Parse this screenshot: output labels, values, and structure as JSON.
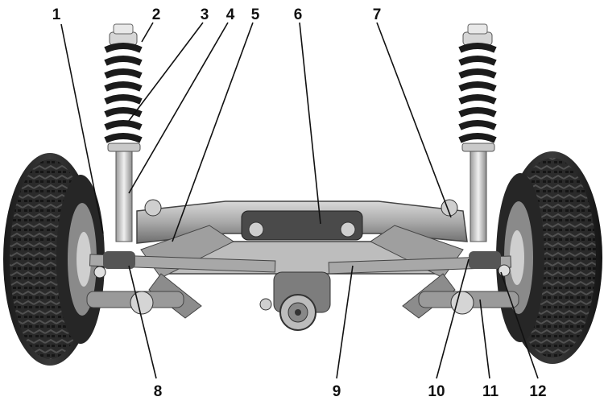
{
  "callouts": [
    "1",
    "2",
    "3",
    "4",
    "5",
    "6",
    "7",
    "8",
    "9",
    "10",
    "11",
    "12"
  ]
}
